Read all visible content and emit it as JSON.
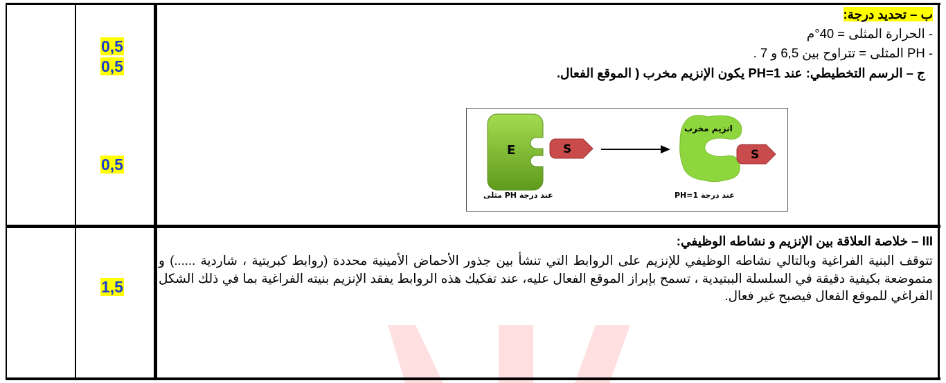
{
  "scores": {
    "s1": "0,5",
    "s2": "0,5",
    "s3": "0,5",
    "s4": "1,5"
  },
  "section_b": {
    "heading": "ب – تحديد درجة:",
    "line1": "- الحرارة المثلى = 40°م",
    "line2": "- PH المثلى = تتراوح بين 6,5 و 7 ."
  },
  "section_c": {
    "heading": "ج – الرسم التخطيطي: عند PH=1 يكون الإنزيم مخرب ( الموقع الفعال."
  },
  "figure": {
    "enzyme_label": "E",
    "substrate_label": "S",
    "denatured_label": "انزيم مخرب",
    "caption_left": "عند درجة PH مثلى",
    "caption_right": "عند درجة PH=1"
  },
  "section_iii": {
    "heading": "III – خلاصة العلاقة بين الإنزيم و نشاطه الوظيفي:",
    "paragraph": "تتوقف البنية الفراغية وبالتالي نشاطه الوظيفي للإنزيم على الروابط التي تنشأ بين جذور الأحماض الأمينية محددة (روابط كبريتية ، شاردية ......) و متموضعة بكيفية دقيقة في السلسلة الببتيدية ، تسمح بإبراز الموقع الفعال عليه، عند تفكيك هذه الروابط يفقد الإنزيم بنيته الفراغية بما في ذلك الشكل الفراغي للموقع الفعال فيصبح غير فعال."
  },
  "colors": {
    "score_text": "#1a3fd0",
    "highlight": "#ffff00",
    "enzyme_dark": "#76b82a",
    "enzyme_light": "#8ed63e",
    "substrate": "#c94b4b",
    "watermark": "#ff0000"
  }
}
